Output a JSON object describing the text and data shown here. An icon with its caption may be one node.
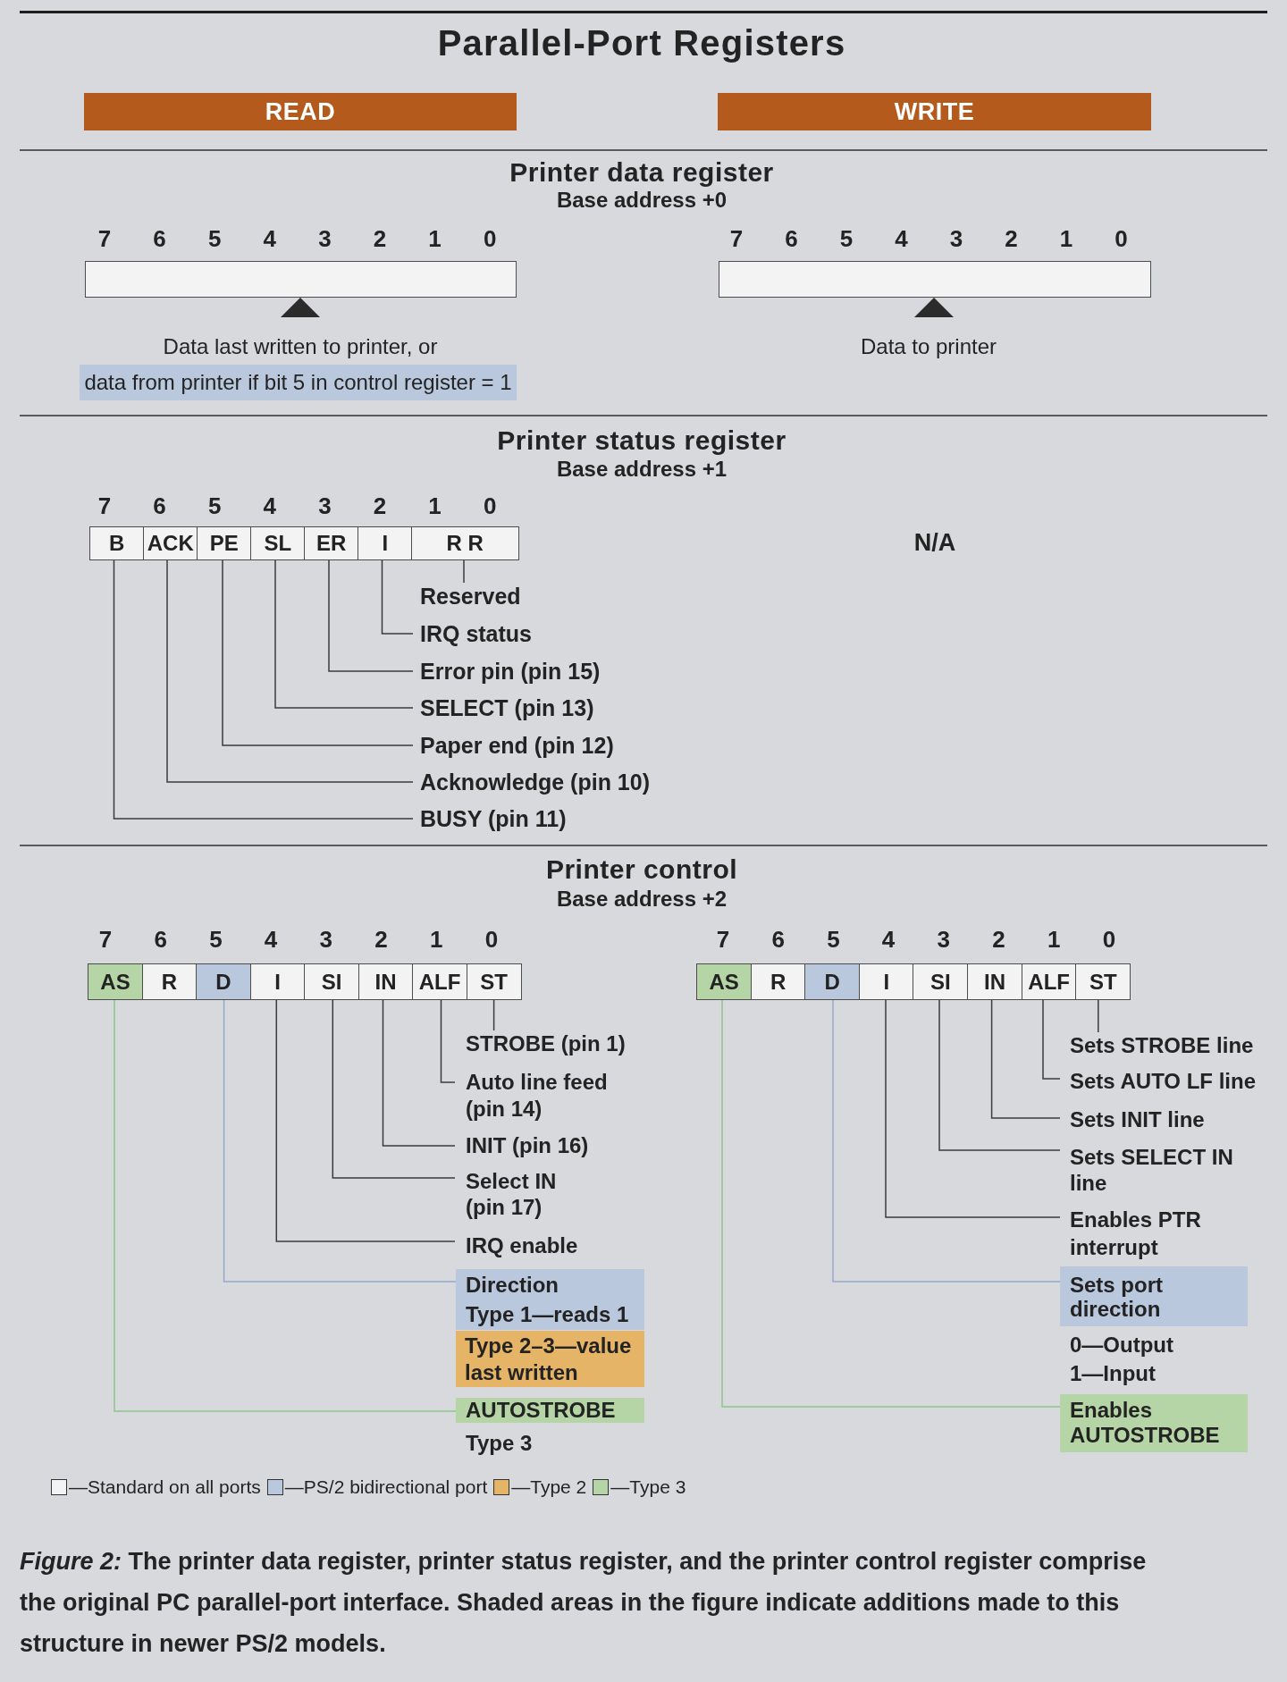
{
  "diagram": {
    "title": "Parallel-Port Registers",
    "caption": "*Figure 2:* The printer data register, printer status register, and the printer control register comprise the original PC parallel-port interface. Shaded areas in the figure indicate additions made to this structure in newer PS/2 models.",
    "nodes": [
      {
        "text": [
          "READ"
        ]
      },
      {
        "text": [
          "WRITE"
        ]
      },
      {
        "text": [],
        "shape": "box"
      },
      {
        "text": [],
        "shape": "box"
      },
      {
        "text": [
          "Data last written to printer, or"
        ]
      },
      {
        "text": [
          "data from printer if bit 5 in control register = 1"
        ]
      },
      {
        "text": [
          "Data to printer"
        ]
      },
      {
        "text": [
          "B"
        ]
      },
      {
        "text": [
          "ACK"
        ]
      },
      {
        "text": [
          "PE"
        ]
      },
      {
        "text": [
          "SL"
        ]
      },
      {
        "text": [
          "ER"
        ]
      },
      {
        "text": [
          "I"
        ]
      },
      {
        "text": [
          "R R"
        ]
      },
      {
        "text": [
          "Reserved"
        ]
      },
      {
        "text": [
          "IRQ status"
        ]
      },
      {
        "text": [
          "Error pin (pin 15)"
        ]
      },
      {
        "text": [
          "SELECT (pin 13)"
        ]
      },
      {
        "text": [
          "Paper end (pin 12)"
        ]
      },
      {
        "text": [
          "Acknowledge (pin 10)"
        ]
      },
      {
        "text": [
          "BUSY (pin 11)"
        ]
      },
      {
        "text": [
          "AS"
        ]
      },
      {
        "text": [
          "R"
        ]
      },
      {
        "text": [
          "D"
        ]
      },
      {
        "text": [
          "I"
        ]
      },
      {
        "text": [
          "SI"
        ]
      },
      {
        "text": [
          "IN"
        ]
      },
      {
        "text": [
          "ALF"
        ]
      },
      {
        "text": [
          "ST"
        ]
      },
      {
        "text": [
          "AS"
        ]
      },
      {
        "text": [
          "R"
        ]
      },
      {
        "text": [
          "D"
        ]
      },
      {
        "text": [
          "I"
        ]
      },
      {
        "text": [
          "SI"
        ]
      },
      {
        "text": [
          "IN"
        ]
      },
      {
        "text": [
          "ALF"
        ]
      },
      {
        "text": [
          "ST"
        ]
      },
      {
        "text": [
          "STROBE (pin 1)"
        ]
      },
      {
        "text": [
          "Auto line feed (pin 14)"
        ]
      },
      {
        "text": [
          "INIT (pin 16)"
        ]
      },
      {
        "text": [
          "Select IN (pin 17)"
        ]
      },
      {
        "text": [
          "IRQ enable"
        ]
      },
      {
        "text": [
          "Direction",
          "Type 1—reads 1"
        ]
      },
      {
        "text": [
          "Type 2–3—value last written"
        ]
      },
      {
        "text": [
          "AUTOSTROBE"
        ],
        "beside": [
          "Type 3"
        ]
      },
      {
        "text": [
          "Sets STROBE line"
        ]
      },
      {
        "text": [
          "Sets AUTO LF line"
        ]
      },
      {
        "text": [
          "Sets INIT line"
        ]
      },
      {
        "text": [
          "Sets SELECT IN line"
        ]
      },
      {
        "text": [
          "Enables PTR interrupt"
        ]
      },
      {
        "text": [
          "Sets port direction"
        ],
        "beside": [
          "0—Output",
          "1—Input"
        ]
      },
      {
        "text": [
          "Enables AUTOSTROBE"
        ]
      }
    ],
    "edges": [
      {
        "from": 4,
        "to": 2,
        "arrow": "to"
      },
      {
        "from": 6,
        "to": 3,
        "arrow": "to"
      },
      {
        "from": 13,
        "to": 14,
        "arrow": "none"
      },
      {
        "from": 12,
        "to": 15,
        "arrow": "none"
      },
      {
        "from": 11,
        "to": 16,
        "arrow": "none"
      },
      {
        "from": 10,
        "to": 17,
        "arrow": "none"
      },
      {
        "from": 9,
        "to": 18,
        "arrow": "none"
      },
      {
        "from": 8,
        "to": 19,
        "arrow": "none"
      },
      {
        "from": 7,
        "to": 20,
        "arrow": "none"
      },
      {
        "from": 28,
        "to": 37,
        "arrow": "none"
      },
      {
        "from": 27,
        "to": 38,
        "arrow": "none"
      },
      {
        "from": 26,
        "to": 39,
        "arrow": "none"
      },
      {
        "from": 25,
        "to": 40,
        "arrow": "none"
      },
      {
        "from": 24,
        "to": 41,
        "arrow": "none"
      },
      {
        "from": 23,
        "to": 42,
        "arrow": "none",
        "color": "#94a8cc"
      },
      {
        "from": 21,
        "to": 44,
        "arrow": "none",
        "color": "#8dc38a"
      },
      {
        "from": 36,
        "to": 45,
        "arrow": "none"
      },
      {
        "from": 35,
        "to": 46,
        "arrow": "none"
      },
      {
        "from": 34,
        "to": 47,
        "arrow": "none"
      },
      {
        "from": 33,
        "to": 48,
        "arrow": "none"
      },
      {
        "from": 32,
        "to": 49,
        "arrow": "none"
      },
      {
        "from": 31,
        "to": 50,
        "arrow": "none",
        "color": "#94a8cc"
      },
      {
        "from": 29,
        "to": 51,
        "arrow": "none",
        "color": "#8dc38a"
      }
    ],
    "labels": [
      "Printer data register",
      "Base address +0",
      "7",
      "6",
      "5",
      "4",
      "3",
      "2",
      "1",
      "0",
      "7",
      "6",
      "5",
      "4",
      "3",
      "2",
      "1",
      "0",
      "Printer status register",
      "Base address +1",
      "7",
      "6",
      "5",
      "4",
      "3",
      "2",
      "1",
      "0",
      "N/A",
      "Printer control",
      "Base address +2",
      "7",
      "6",
      "5",
      "4",
      "3",
      "2",
      "1",
      "0",
      "7",
      "6",
      "5",
      "4",
      "3",
      "2",
      "1",
      "0"
    ],
    "legend": [
      {
        "text": "—Standard on all ports",
        "color": "#f3f3f3"
      },
      {
        "text": "—PS/2 bidirectional port",
        "color": "#bac8de"
      },
      {
        "text": "—Type 2",
        "color": "#e6b466"
      },
      {
        "text": "—Type 3",
        "color": "#b5d5a6"
      }
    ]
  }
}
